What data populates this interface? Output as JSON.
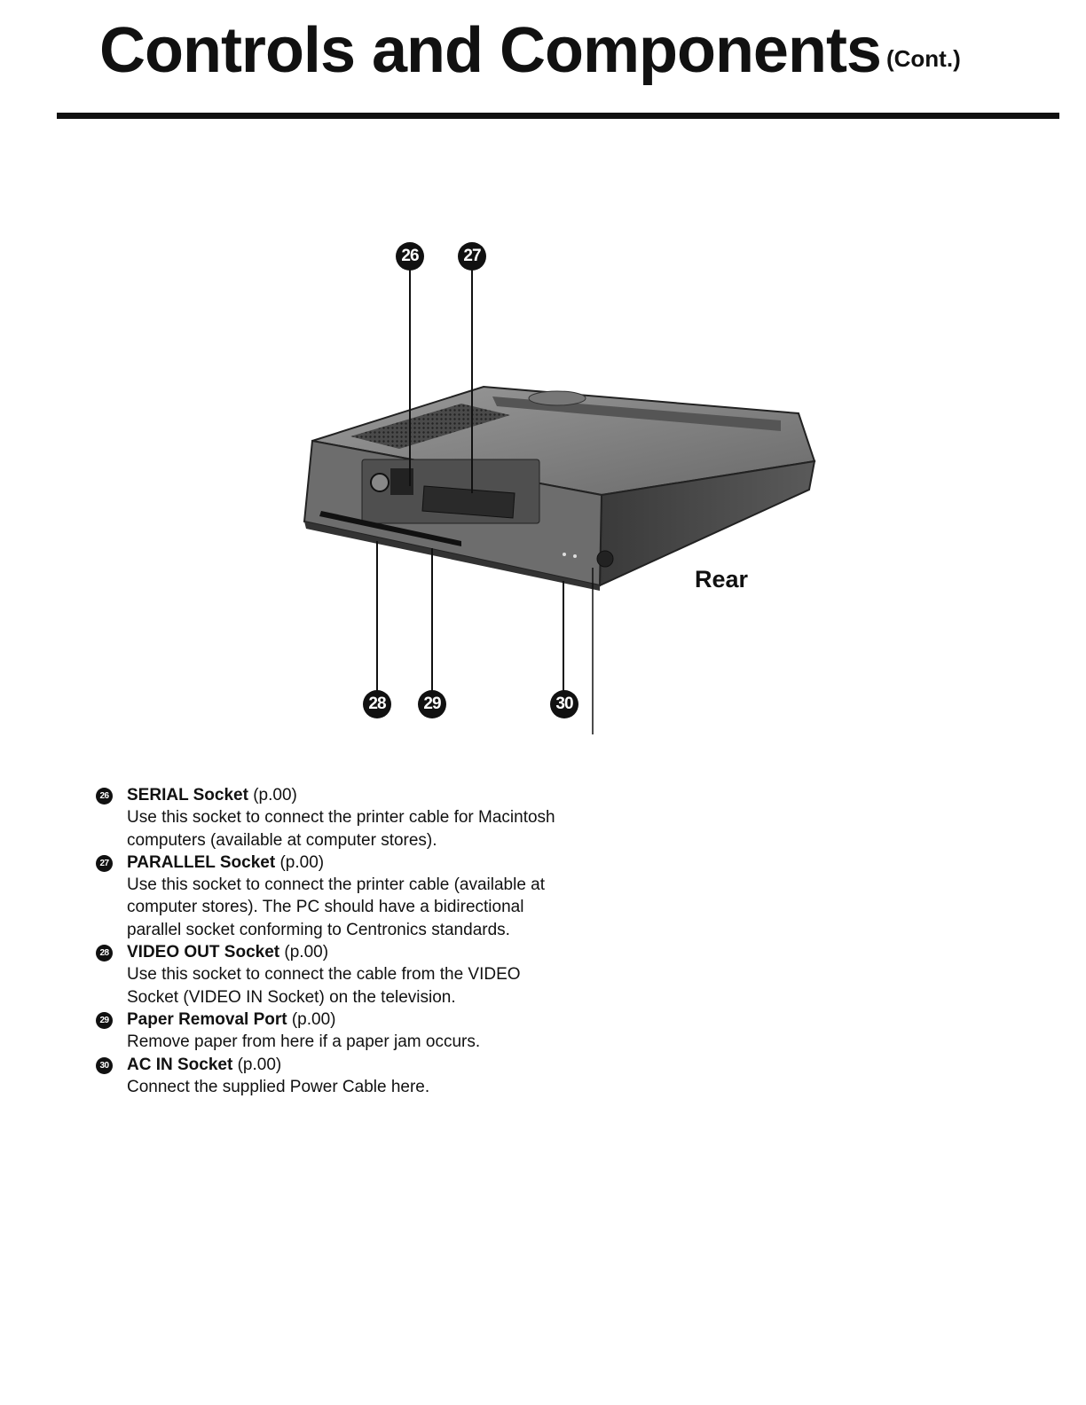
{
  "header": {
    "title": "Controls and Components",
    "cont": "(Cont.)"
  },
  "figure": {
    "view_label": "Rear",
    "callouts": [
      "26",
      "27",
      "28",
      "29",
      "30"
    ]
  },
  "legend": [
    {
      "num": "26",
      "name": "SERIAL Socket",
      "page": "(p.00)",
      "desc": "Use this socket to connect the printer cable for Macintosh computers (available at computer stores)."
    },
    {
      "num": "27",
      "name": "PARALLEL Socket",
      "page": "(p.00)",
      "desc": "Use this socket to connect the printer cable (available at computer stores). The PC should have a bidirectional parallel socket conforming to Centronics standards."
    },
    {
      "num": "28",
      "name": "VIDEO OUT Socket",
      "page": "(p.00)",
      "desc": "Use this socket to connect the cable from the VIDEO Socket (VIDEO IN Socket) on the television."
    },
    {
      "num": "29",
      "name": "Paper Removal Port",
      "page": "(p.00)",
      "desc": "Remove paper from here if a paper jam occurs."
    },
    {
      "num": "30",
      "name": "AC IN Socket",
      "page": "(p.00)",
      "desc": "Connect the supplied Power Cable here."
    }
  ]
}
